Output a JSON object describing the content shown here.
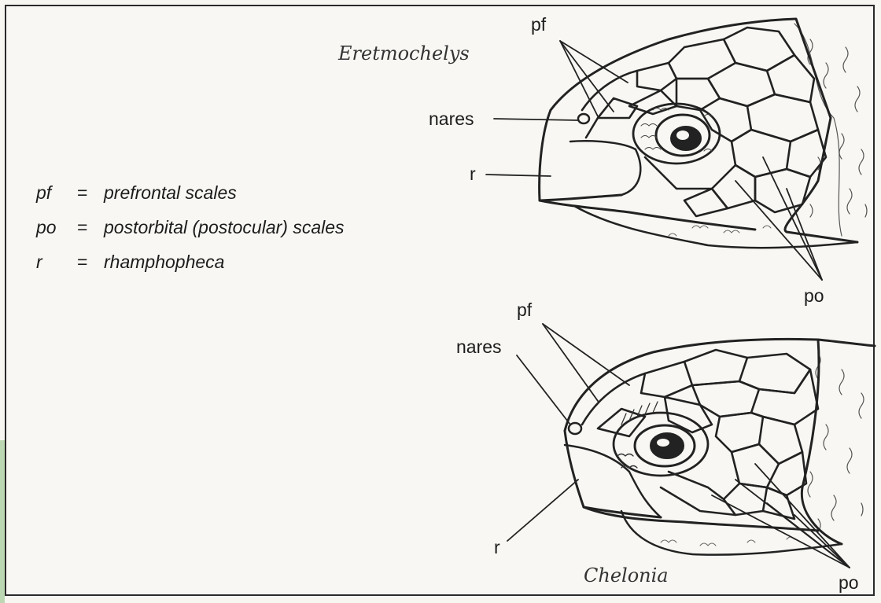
{
  "species": {
    "top": "Eretmochelys",
    "bottom": "Chelonia"
  },
  "legend": [
    {
      "abbr": "pf",
      "eq": "=",
      "meaning": "prefrontal scales"
    },
    {
      "abbr": "po",
      "eq": "=",
      "meaning": "postorbital (postocular) scales"
    },
    {
      "abbr": "r",
      "eq": "=",
      "meaning": "rhamphopheca"
    }
  ],
  "top_head_labels": {
    "pf": "pf",
    "nares": "nares",
    "r": "r",
    "po": "po"
  },
  "bottom_head_labels": {
    "pf": "pf",
    "nares": "nares",
    "r": "r",
    "po": "po"
  }
}
